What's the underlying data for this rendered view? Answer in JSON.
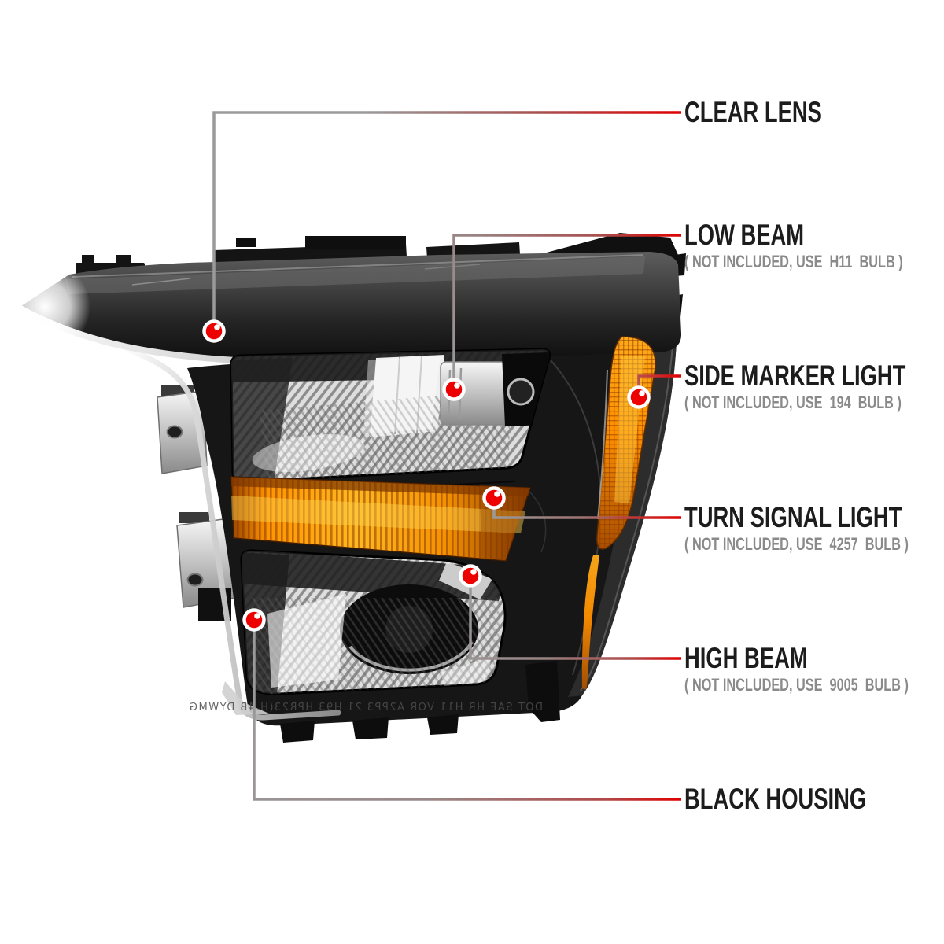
{
  "page": {
    "background": "#ffffff"
  },
  "illustration": {
    "subject": "Black housing truck headlight assembly, front three-quarter view",
    "lens_stamp": "DOT SAE HR H11 VOR A2PP3 21 H93 HPR23(H.4B DYWMG",
    "colors": {
      "housing_black": "#161616",
      "amber": "#ff9d00",
      "chrome": "#e8e8e8",
      "line_gray": "#9a9a9a",
      "line_red": "#e00000",
      "dot_red": "#ec0000"
    }
  },
  "callouts": [
    {
      "id": "clear-lens",
      "label": "CLEAR LENS",
      "note": ""
    },
    {
      "id": "low-beam",
      "label": "LOW BEAM",
      "note": "( NOT INCLUDED, USE  H11  BULB )"
    },
    {
      "id": "side-marker-light",
      "label": "SIDE MARKER LIGHT",
      "note": "( NOT INCLUDED, USE  194  BULB )"
    },
    {
      "id": "turn-signal-light",
      "label": "TURN SIGNAL LIGHT",
      "note": "( NOT INCLUDED, USE  4257  BULB )"
    },
    {
      "id": "high-beam",
      "label": "HIGH BEAM",
      "note": "( NOT INCLUDED, USE  9005  BULB )"
    },
    {
      "id": "black-housing",
      "label": "BLACK HOUSING",
      "note": ""
    }
  ]
}
